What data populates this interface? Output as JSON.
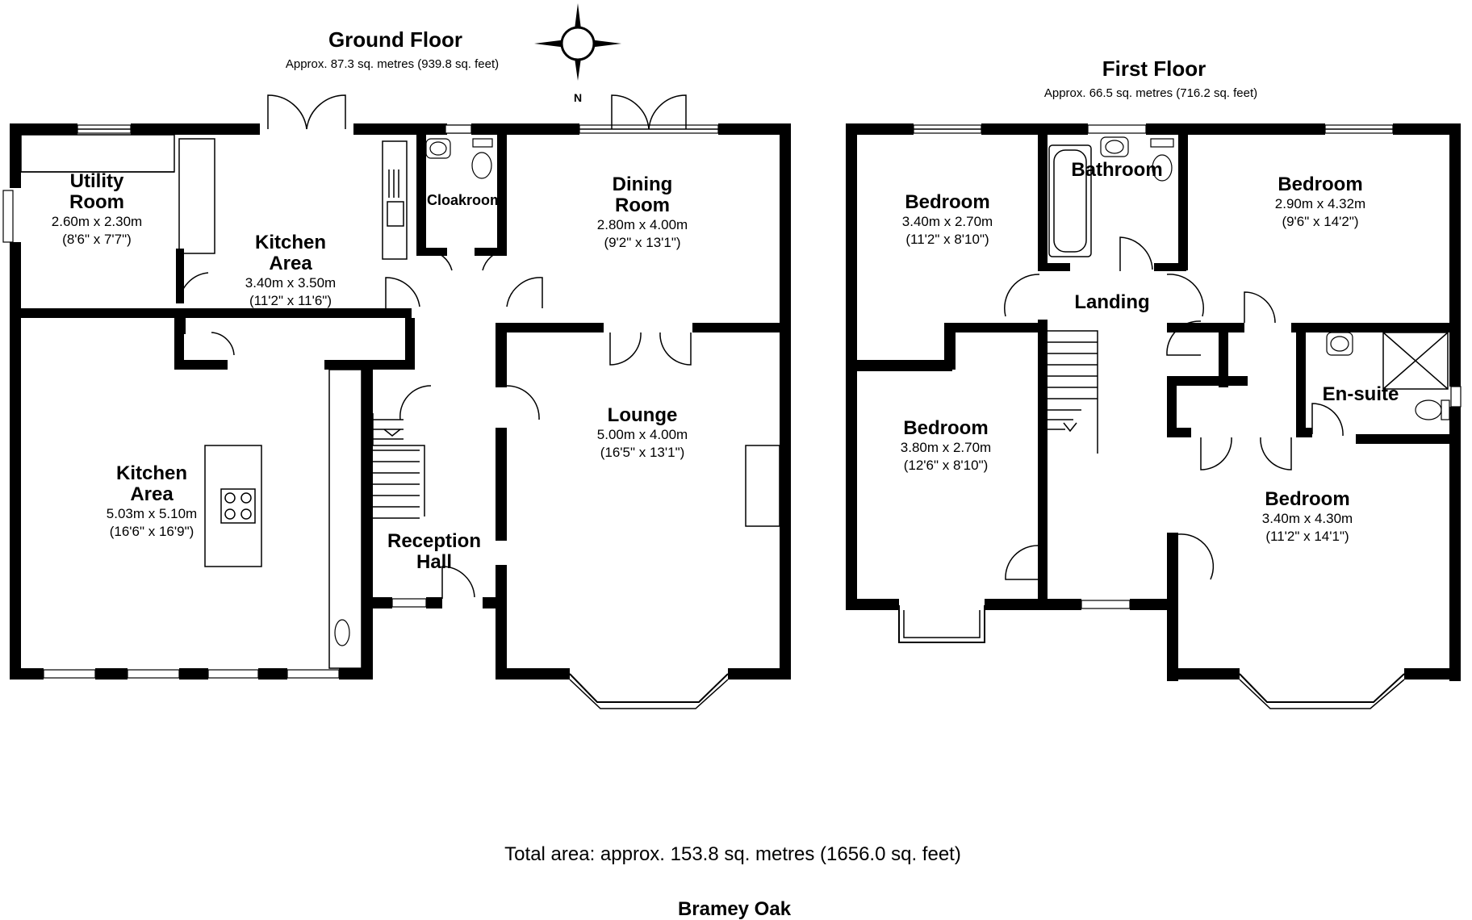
{
  "ground_floor": {
    "title": "Ground Floor",
    "area": "Approx. 87.3 sq. metres (939.8 sq. feet)",
    "compass_label": "N",
    "rooms": [
      {
        "id": "utility",
        "name_lines": [
          "Utility",
          "Room"
        ],
        "metric": "2.60m x 2.30m",
        "imperial": "(8'6\" x 7'7\")"
      },
      {
        "id": "kitchen-upper",
        "name_lines": [
          "Kitchen",
          "Area"
        ],
        "metric": "3.40m x 3.50m",
        "imperial": "(11'2\" x 11'6\")"
      },
      {
        "id": "cloakroom",
        "name_lines": [
          "Cloakroom"
        ],
        "metric": "",
        "imperial": ""
      },
      {
        "id": "dining",
        "name_lines": [
          "Dining",
          "Room"
        ],
        "metric": "2.80m x 4.00m",
        "imperial": "(9'2\" x 13'1\")"
      },
      {
        "id": "kitchen-lower",
        "name_lines": [
          "Kitchen",
          "Area"
        ],
        "metric": "5.03m x 5.10m",
        "imperial": "(16'6\" x 16'9\")"
      },
      {
        "id": "lounge",
        "name_lines": [
          "Lounge"
        ],
        "metric": "5.00m x 4.00m",
        "imperial": "(16'5\" x 13'1\")"
      },
      {
        "id": "reception",
        "name_lines": [
          "Reception",
          "Hall"
        ],
        "metric": "",
        "imperial": ""
      }
    ]
  },
  "first_floor": {
    "title": "First Floor",
    "area": "Approx. 66.5 sq. metres (716.2 sq. feet)",
    "rooms": [
      {
        "id": "bedroom-1",
        "name_lines": [
          "Bedroom"
        ],
        "metric": "3.40m x 2.70m",
        "imperial": "(11'2\" x 8'10\")"
      },
      {
        "id": "bathroom",
        "name_lines": [
          "Bathroom"
        ],
        "metric": "",
        "imperial": ""
      },
      {
        "id": "bedroom-2",
        "name_lines": [
          "Bedroom"
        ],
        "metric": "2.90m x 4.32m",
        "imperial": "(9'6\" x 14'2\")"
      },
      {
        "id": "landing",
        "name_lines": [
          "Landing"
        ],
        "metric": "",
        "imperial": ""
      },
      {
        "id": "bedroom-3",
        "name_lines": [
          "Bedroom"
        ],
        "metric": "3.80m x 2.70m",
        "imperial": "(12'6\" x 8'10\")"
      },
      {
        "id": "ensuite",
        "name_lines": [
          "En-suite"
        ],
        "metric": "",
        "imperial": ""
      },
      {
        "id": "bedroom-4",
        "name_lines": [
          "Bedroom"
        ],
        "metric": "3.40m x 4.30m",
        "imperial": "(11'2\" x 14'1\")"
      }
    ]
  },
  "footer": {
    "total_area": "Total area: approx. 153.8 sq. metres (1656.0 sq. feet)",
    "property_name": "Bramey Oak"
  }
}
